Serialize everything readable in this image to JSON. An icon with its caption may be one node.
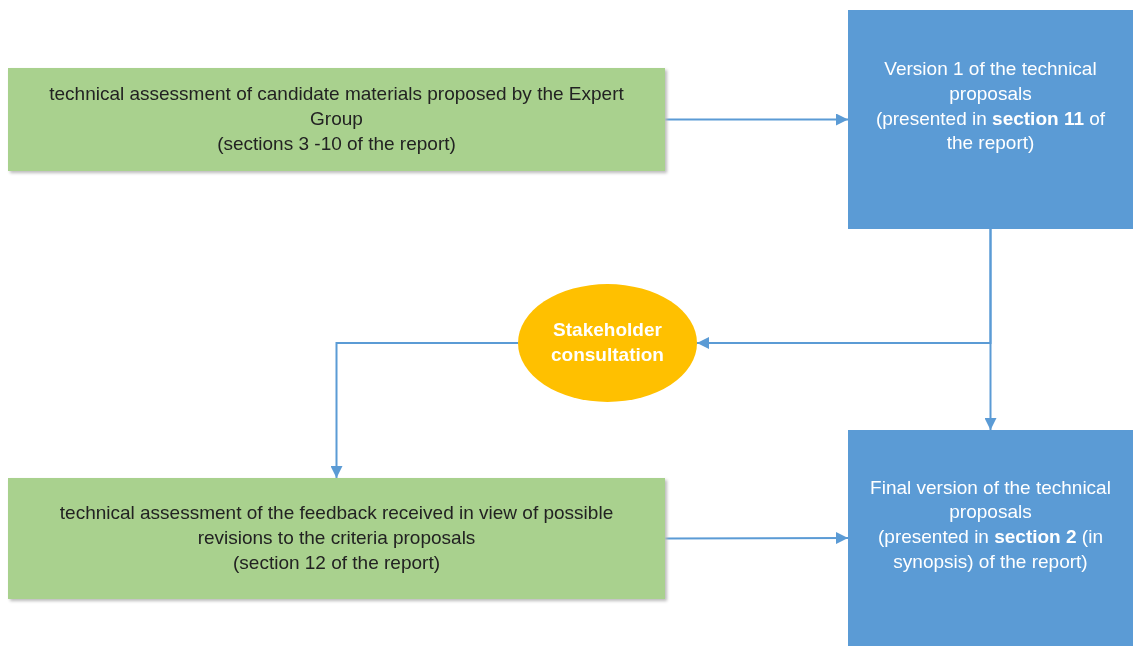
{
  "diagram": {
    "nodes": [
      {
        "text": [
          "technical assessment of candidate materials proposed by the Expert Group",
          "(sections 3 -10 of the report)"
        ]
      },
      {
        "text": [
          "Version 1 of the technical proposals",
          "(presented in **section 11** of the report)"
        ]
      },
      {
        "text": [
          "Stakeholder consultation"
        ]
      },
      {
        "text": [
          "technical assessment of the feedback received in view of possible revisions to the criteria proposals",
          "(section 12 of the report)"
        ]
      },
      {
        "text": [
          "Final version of the technical proposals",
          "(presented in **section 2** (in synopsis) of the report)"
        ]
      }
    ],
    "edges": [
      {
        "from": 0,
        "to": 1,
        "arrow": "to"
      },
      {
        "from": 1,
        "to": 4,
        "arrow": "to"
      },
      {
        "from": 1,
        "to": 2,
        "arrow": "to"
      },
      {
        "from": 2,
        "to": 3,
        "arrow": "to"
      },
      {
        "from": 3,
        "to": 4,
        "arrow": "to"
      }
    ]
  }
}
